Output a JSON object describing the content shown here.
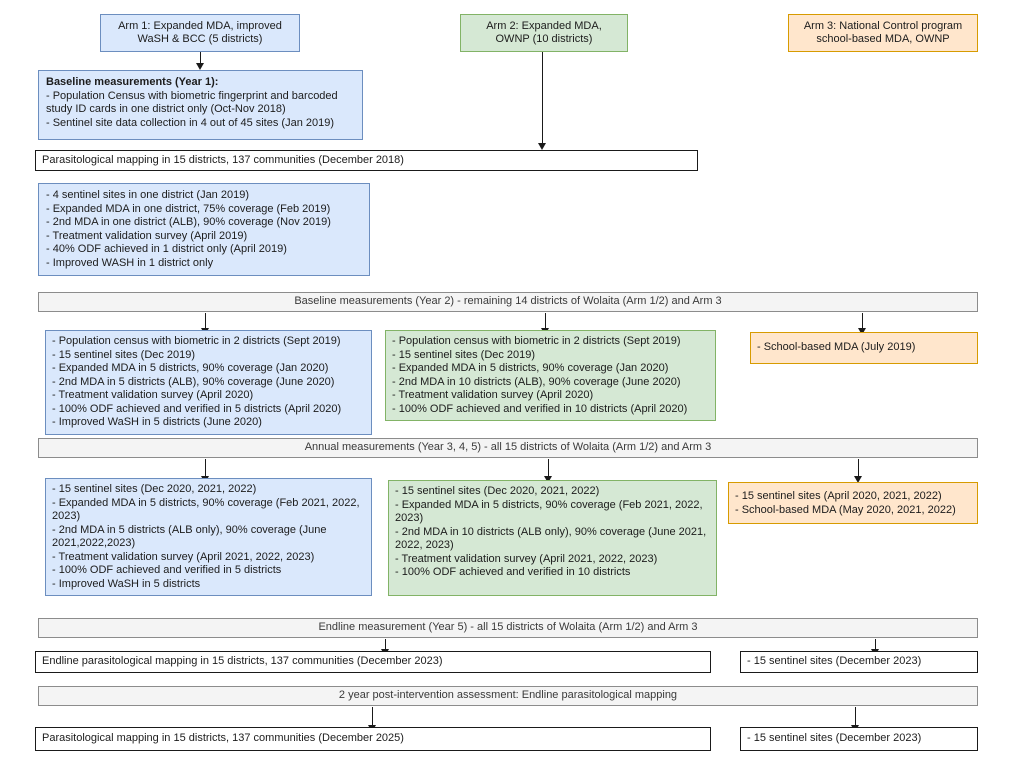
{
  "colors": {
    "blue_fill": "#dae8fc",
    "blue_border": "#6c8ebf",
    "green_fill": "#d5e8d4",
    "green_border": "#82b366",
    "orange_fill": "#ffe6cc",
    "orange_border": "#d79b00",
    "gray_fill": "#f4f4f4",
    "gray_border": "#8c8c8c"
  },
  "figure": {
    "arm1": "Arm 1: Expanded MDA, improved WaSH & BCC (5 districts)",
    "arm2": "Arm 2: Expanded MDA, OWNP (10 districts)",
    "arm3": "Arm 3: National Control program school-based MDA, OWNP",
    "baseline_y1": {
      "heading": "Baseline measurements (Year 1):",
      "lines": [
        "- Population Census with biometric fingerprint and barcoded study ID cards in one district only (Oct-Nov 2018)",
        "- Sentinel site data collection in 4 out of 45 sites (Jan 2019)"
      ]
    },
    "mapping_2018": "Parasitological mapping in 15 districts, 137 communities (December 2018)",
    "arm1_y1_activities": {
      "lines": [
        "- 4 sentinel sites in one district (Jan 2019)",
        "- Expanded MDA in one district, 75% coverage (Feb 2019)",
        "- 2nd MDA in one district (ALB), 90% coverage (Nov 2019)",
        "- Treatment validation survey (April 2019)",
        "- 40% ODF achieved in 1 district only (April 2019)",
        "- Improved WASH in 1 district only"
      ]
    },
    "banner_y2": "Baseline measurements (Year 2) - remaining 14 districts of Wolaita (Arm 1/2) and Arm 3",
    "arm1_y2": {
      "lines": [
        "- Population census with biometric in 2 districts (Sept 2019)",
        "- 15 sentinel sites (Dec 2019)",
        "- Expanded MDA in 5 districts, 90% coverage (Jan 2020)",
        "- 2nd MDA in 5 districts (ALB), 90% coverage (June 2020)",
        "- Treatment validation survey (April 2020)",
        "- 100% ODF achieved and verified in 5 districts (April 2020)",
        "- Improved WaSH in 5 districts (June 2020)"
      ]
    },
    "arm2_y2": {
      "lines": [
        "- Population census with biometric in 2 districts (Sept 2019)",
        "- 15 sentinel sites (Dec 2019)",
        "- Expanded MDA in 5 districts, 90% coverage (Jan 2020)",
        "- 2nd MDA in 10 districts (ALB), 90% coverage (June 2020)",
        "- Treatment validation survey (April 2020)",
        "- 100% ODF achieved and verified in 10 districts (April 2020)"
      ]
    },
    "arm3_y2": {
      "lines": [
        "- School-based MDA (July 2019)"
      ]
    },
    "banner_y345": "Annual measurements (Year 3, 4, 5) - all 15 districts of Wolaita (Arm 1/2) and Arm 3",
    "arm1_y345": {
      "lines": [
        "- 15 sentinel sites (Dec 2020, 2021, 2022)",
        "- Expanded MDA in 5 districts, 90% coverage (Feb 2021, 2022, 2023)",
        "- 2nd MDA in 5 districts (ALB only), 90% coverage (June 2021,2022,2023)",
        "- Treatment validation survey (April 2021, 2022, 2023)",
        "- 100% ODF achieved and verified in 5 districts",
        "- Improved WaSH in 5 districts"
      ]
    },
    "arm2_y345": {
      "lines": [
        "- 15 sentinel sites (Dec 2020, 2021, 2022)",
        "- Expanded MDA in 5 districts, 90% coverage (Feb 2021, 2022, 2023)",
        "- 2nd MDA in 10 districts (ALB only), 90% coverage (June 2021, 2022, 2023)",
        "- Treatment validation survey (April 2021, 2022, 2023)",
        "- 100% ODF achieved and verified in 10 districts"
      ]
    },
    "arm3_y345": {
      "lines": [
        "- 15 sentinel sites (April 2020, 2021, 2022)",
        "- School-based MDA (May 2020, 2021, 2022)"
      ]
    },
    "banner_endline": "Endline measurement (Year 5) - all 15 districts of Wolaita (Arm 1/2) and Arm 3",
    "endline_mapping": "Endline parasitological mapping in 15 districts, 137 communities (December 2023)",
    "endline_sentinel": "- 15 sentinel sites (December 2023)",
    "banner_post": "2 year post-intervention assessment: Endline parasitological mapping",
    "post_mapping": "Parasitological mapping in 15 districts, 137 communities (December 2025)",
    "post_sentinel": "- 15 sentinel sites (December 2023)"
  }
}
